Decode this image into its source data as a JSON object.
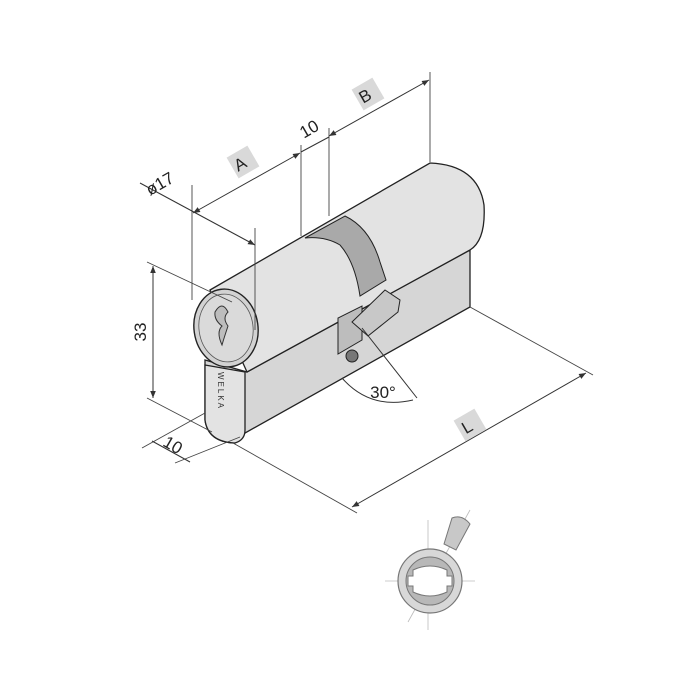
{
  "labels": {
    "diameter": "ø17",
    "a": "A",
    "center_width": "10",
    "b": "B",
    "height": "33",
    "thickness": "10",
    "length": "L",
    "cam_angle": "30°"
  },
  "brand_mark": "WELKA",
  "colors": {
    "body": "#e3e3e3",
    "band": "#a9a9a9",
    "label_box": "#d9d9d9",
    "line": "#222222"
  }
}
